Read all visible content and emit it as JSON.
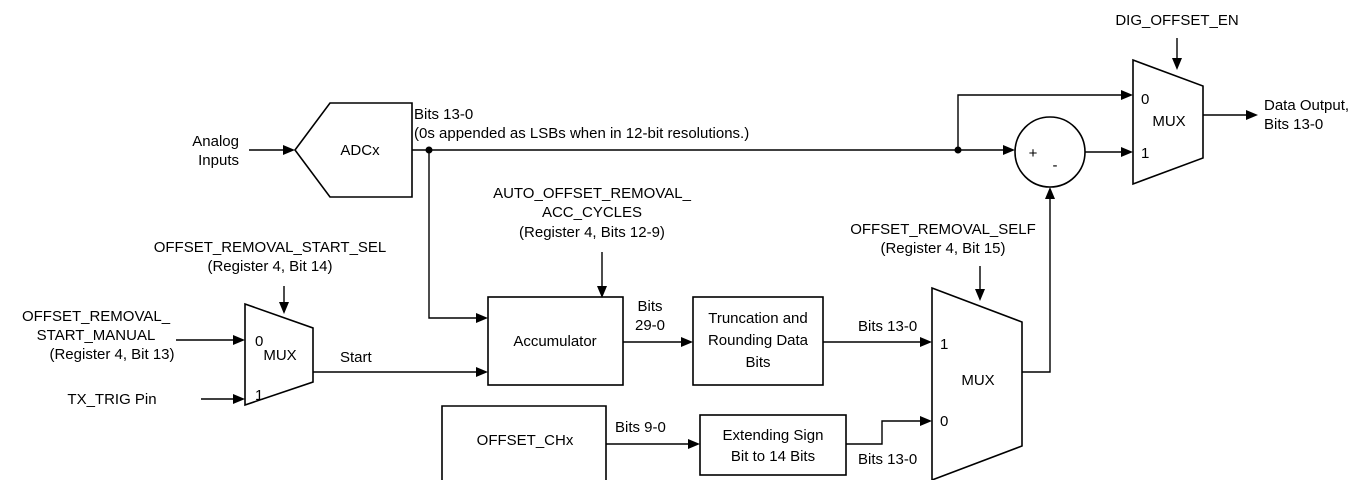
{
  "diagram": {
    "blocks": {
      "adc": "ADCx",
      "accumulator": "Accumulator",
      "truncation": [
        "Truncation and",
        "Rounding Data",
        "Bits"
      ],
      "offset_ch": "OFFSET_CHx",
      "extend_sign": [
        "Extending Sign",
        "Bit to 14 Bits"
      ],
      "mux_start": "MUX",
      "mux_self": "MUX",
      "mux_out": "MUX"
    },
    "inputs": {
      "analog": [
        "Analog",
        "Inputs"
      ],
      "manual": [
        "OFFSET_REMOVAL_",
        "START_MANUAL",
        "(Register 4, Bit 13)"
      ],
      "tx_trig": "TX_TRIG Pin"
    },
    "controls": {
      "start_sel": [
        "OFFSET_REMOVAL_START_SEL",
        "(Register 4, Bit 14)"
      ],
      "acc_cycles": [
        "AUTO_OFFSET_REMOVAL_",
        "ACC_CYCLES",
        "(Register 4, Bits 12-9)"
      ],
      "removal_self": [
        "OFFSET_REMOVAL_SELF",
        "(Register 4, Bit 15)"
      ],
      "dig_offset_en": "DIG_OFFSET_EN"
    },
    "signals": {
      "adc_bits": "Bits 13-0",
      "adc_note": "(0s appended as LSBs when in 12-bit resolutions.)",
      "start": "Start",
      "acc_bits": [
        "Bits",
        "29-0"
      ],
      "trunc_bits": "Bits 13-0",
      "offset_bits": "Bits 9-0",
      "extend_bits": "Bits 13-0",
      "output": [
        "Data Output,",
        "Bits 13-0"
      ]
    },
    "mux_pins": {
      "start_0": "0",
      "start_1": "1",
      "self_1": "1",
      "self_0": "0",
      "out_0": "0",
      "out_1": "1"
    },
    "subtractor": {
      "plus": "+",
      "minus": "-"
    }
  }
}
